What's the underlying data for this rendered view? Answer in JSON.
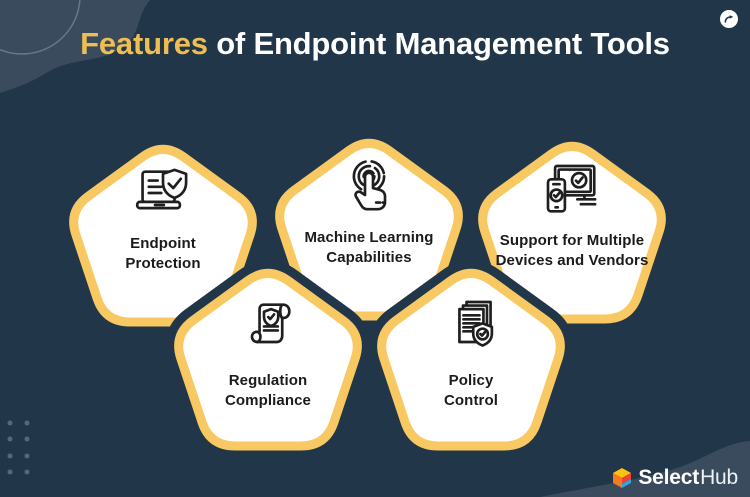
{
  "canvas": {
    "background_color": "#223649",
    "accent_yellow": "#F8C862",
    "decor_blob_color": "#394B5D",
    "title_gold": "#EEBE53"
  },
  "header": {
    "title_highlight": "Features",
    "title_rest": " of Endpoint Management Tools",
    "share_icon": "share-arrow-icon"
  },
  "pentagons": [
    {
      "label_line1": "Endpoint",
      "label_line2": "Protection",
      "icon": "laptop-shield-check-icon"
    },
    {
      "label_line1": "Machine Learning",
      "label_line2": "Capabilities",
      "icon": "tap-gesture-icon"
    },
    {
      "label_line1": "Support for Multiple",
      "label_line2": "Devices and Vendors",
      "icon": "devices-check-icon"
    },
    {
      "label_line1": "Regulation",
      "label_line2": "Compliance",
      "icon": "scroll-shield-icon"
    },
    {
      "label_line1": "Policy",
      "label_line2": "Control",
      "icon": "documents-shield-icon"
    }
  ],
  "footer": {
    "brand_bold": "Select",
    "brand_light": "Hub",
    "logo_icon": "selecthub-cube-icon",
    "cube_colors": {
      "orange": "#F47B20",
      "yellow": "#FFC20E",
      "red": "#EF4136",
      "blue": "#27AAE1"
    }
  }
}
